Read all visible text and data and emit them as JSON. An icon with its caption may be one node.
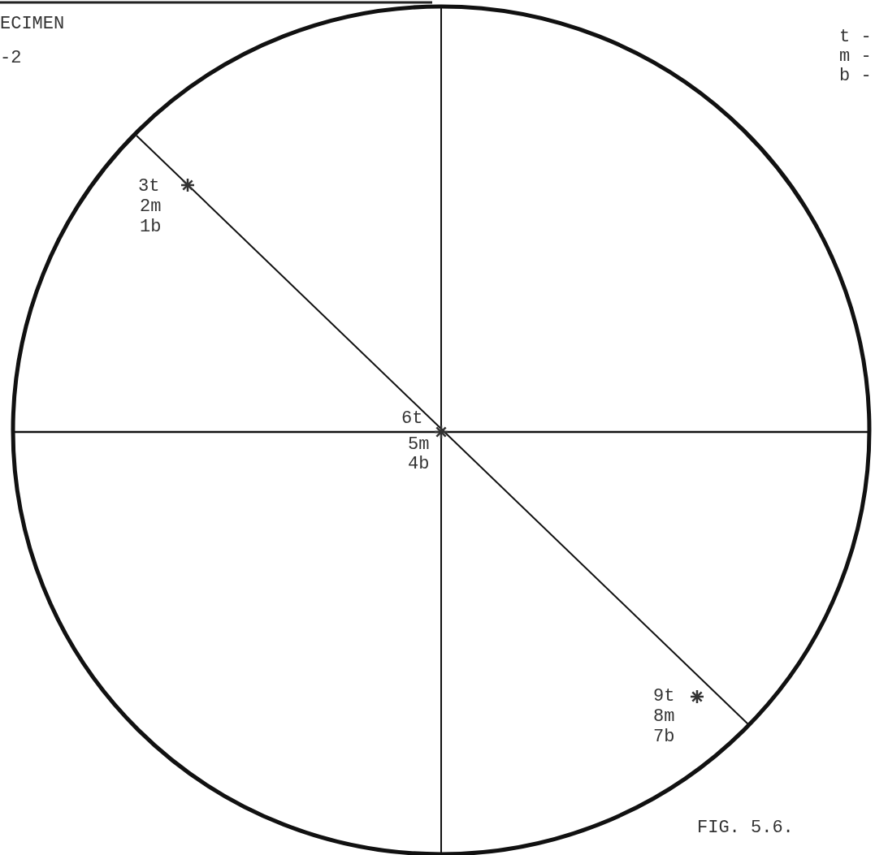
{
  "diagram": {
    "caption": "FIG. 5.6.",
    "labels": [
      "ECIMEN",
      "-2",
      "t -",
      "m -",
      "b -",
      "3t",
      "2m",
      "1b",
      "6t",
      "5m",
      "4b",
      "9t",
      "8m",
      "7b"
    ]
  }
}
